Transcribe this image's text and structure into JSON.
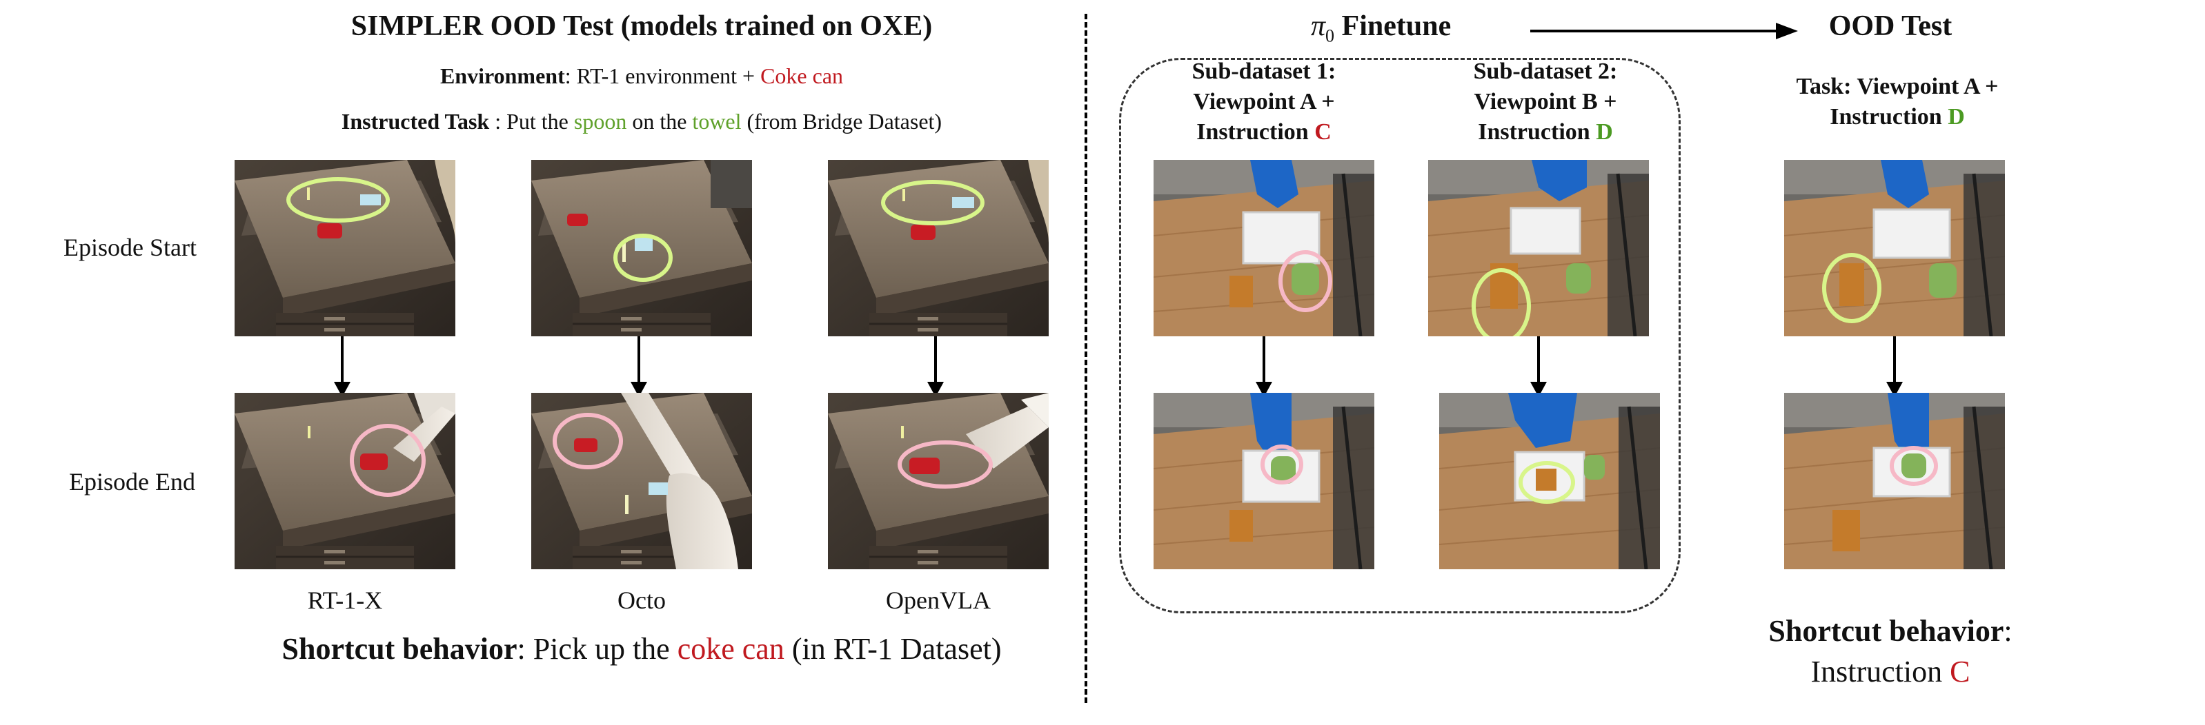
{
  "left": {
    "title": "SIMPLER OOD Test (models trained on OXE)",
    "environment": {
      "label": "Environment",
      "sep": ": ",
      "text": "RT-1 environment + ",
      "highlight": "Coke can"
    },
    "task": {
      "label": "Instructed Task",
      "sep": " : Put the ",
      "obj1": "spoon",
      "mid": " on the ",
      "obj2": "towel",
      "suffix": " (from Bridge Dataset)"
    },
    "row_labels": [
      "Episode Start",
      "Episode End"
    ],
    "models": [
      "RT-1-X",
      "Octo",
      "OpenVLA"
    ],
    "shortcut": {
      "label": "Shortcut behavior",
      "sep": ": Pick up the ",
      "highlight": "coke can",
      "suffix": " (in RT-1 Dataset)"
    }
  },
  "right": {
    "finetune": {
      "symbol": "π",
      "subscript": "0",
      "text": " Finetune"
    },
    "ood_title": "OOD Test",
    "sub1": {
      "line1": "Sub-dataset 1:",
      "line2": "Viewpoint A +",
      "line3_prefix": "Instruction ",
      "line3_letter": "C"
    },
    "sub2": {
      "line1": "Sub-dataset 2:",
      "line2": "Viewpoint B +",
      "line3_prefix": "Instruction ",
      "line3_letter": "D"
    },
    "task": {
      "line1": "Task: Viewpoint A +",
      "line2_prefix": "Instruction ",
      "line2_letter": "D"
    },
    "shortcut": {
      "label": "Shortcut behavior",
      "sep": ":",
      "line2_prefix": "Instruction ",
      "line2_letter": "C"
    }
  },
  "colors": {
    "red": "#c0191f",
    "green": "#5fa12b",
    "circle_green": "#d8f58a",
    "circle_pink": "#f6b8c6"
  }
}
